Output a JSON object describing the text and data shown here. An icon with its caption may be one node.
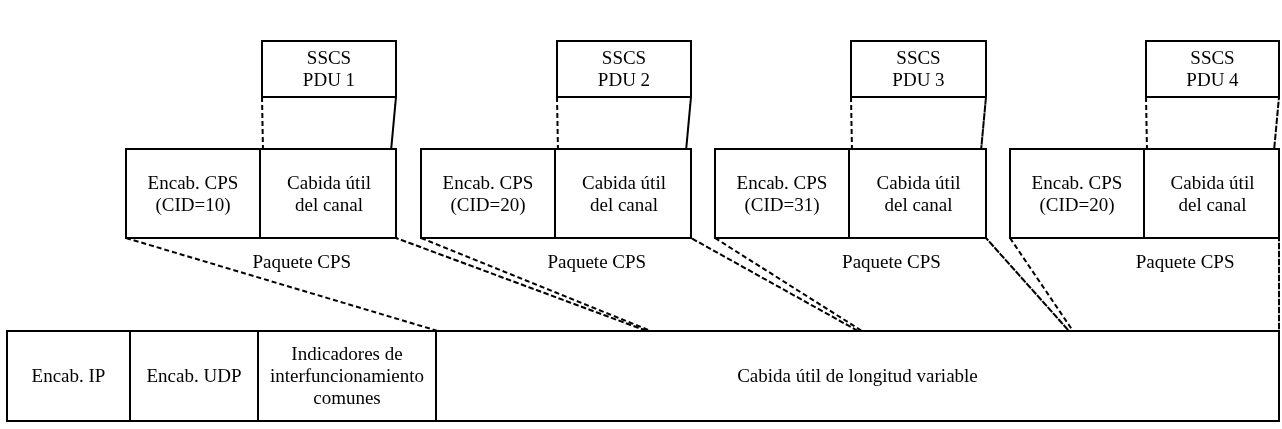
{
  "diagram": {
    "nodes": [
      {
        "text": [
          "SSCS PDU 1"
        ]
      },
      {
        "text": [],
        "shape": "box",
        "beside": [
          "Paquete CPS"
        ]
      },
      {
        "text": [
          "Encab. CPS (CID=10)"
        ],
        "in": 1
      },
      {
        "text": [
          "Cabida útil del canal"
        ],
        "in": 1
      },
      {
        "text": [
          "SSCS PDU 2"
        ]
      },
      {
        "text": [],
        "shape": "box",
        "beside": [
          "Paquete CPS"
        ]
      },
      {
        "text": [
          "Encab. CPS (CID=20)"
        ],
        "in": 5
      },
      {
        "text": [
          "Cabida útil del canal"
        ],
        "in": 5
      },
      {
        "text": [
          "SSCS PDU 3"
        ]
      },
      {
        "text": [],
        "shape": "box",
        "beside": [
          "Paquete CPS"
        ]
      },
      {
        "text": [
          "Encab. CPS (CID=31)"
        ],
        "in": 9
      },
      {
        "text": [
          "Cabida útil del canal"
        ],
        "in": 9
      },
      {
        "text": [
          "SSCS PDU 4"
        ]
      },
      {
        "text": [],
        "shape": "box",
        "beside": [
          "Paquete CPS"
        ]
      },
      {
        "text": [
          "Encab. CPS (CID=20)"
        ],
        "in": 13
      },
      {
        "text": [
          "Cabida útil del canal"
        ],
        "in": 13
      },
      {
        "text": [
          "Encab. IP"
        ]
      },
      {
        "text": [
          "Encab. UDP"
        ]
      },
      {
        "text": [
          "Indicadores de interfuncionamiento comunes"
        ]
      },
      {
        "text": [
          "Cabida útil de longitud variable"
        ]
      }
    ],
    "edges": [
      {
        "from": 0,
        "to": 3,
        "arrow": "none",
        "style": "dashed"
      },
      {
        "from": 1,
        "to": 19,
        "arrow": "none",
        "style": "dashed"
      },
      {
        "from": 4,
        "to": 7,
        "arrow": "none",
        "style": "dashed"
      },
      {
        "from": 5,
        "to": 19,
        "arrow": "none",
        "style": "dashed"
      },
      {
        "from": 8,
        "to": 11,
        "arrow": "none",
        "style": "dashed"
      },
      {
        "from": 9,
        "to": 19,
        "arrow": "none",
        "style": "dashed"
      },
      {
        "from": 12,
        "to": 15,
        "arrow": "none",
        "style": "dashed"
      },
      {
        "from": 13,
        "to": 19,
        "arrow": "none",
        "style": "dashed"
      }
    ]
  }
}
